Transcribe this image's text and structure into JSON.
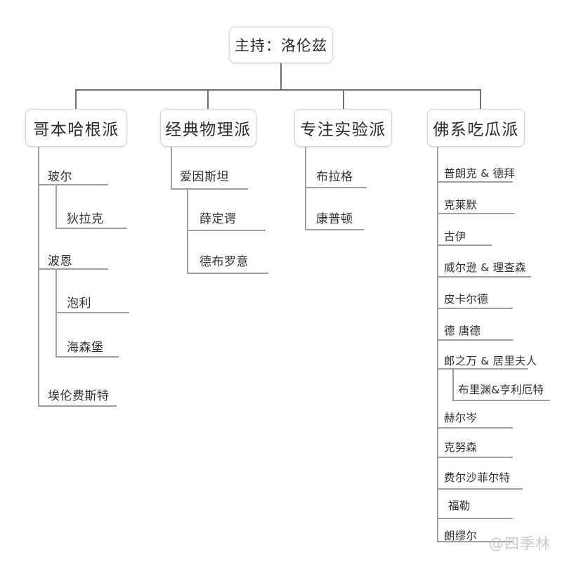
{
  "diagram": {
    "type": "organization-tree",
    "title_text": "主持：洛伦兹",
    "background_color": "#ffffff",
    "line_color": "#6e7277",
    "sub_line_color": "#9aa0a6",
    "box_border_color": "#d3d6da",
    "text_color": "#2f2f2f",
    "root": {
      "label": "主持：洛伦兹"
    },
    "branches": [
      {
        "label": "哥本哈根派",
        "members": [
          {
            "label": "玻尔",
            "depth": 0
          },
          {
            "label": "狄拉克",
            "depth": 1
          },
          {
            "label": "波恩",
            "depth": 0
          },
          {
            "label": "泡利",
            "depth": 1
          },
          {
            "label": "海森堡",
            "depth": 1
          },
          {
            "label": "埃伦费斯特",
            "depth": 0
          }
        ]
      },
      {
        "label": "经典物理派",
        "members": [
          {
            "label": "爱因斯坦",
            "depth": 0
          },
          {
            "label": "薛定谔",
            "depth": 1
          },
          {
            "label": "德布罗意",
            "depth": 1
          }
        ]
      },
      {
        "label": "专注实验派",
        "members": [
          {
            "label": "布拉格",
            "depth": 0
          },
          {
            "label": "康普顿",
            "depth": 0
          }
        ]
      },
      {
        "label": "佛系吃瓜派",
        "members": [
          {
            "label": "普朗克 & 德拜",
            "depth": 0
          },
          {
            "label": "克莱默",
            "depth": 0
          },
          {
            "label": "古伊",
            "depth": 0
          },
          {
            "label": "威尔逊 & 理查森",
            "depth": 0
          },
          {
            "label": "皮卡尔德",
            "depth": 0
          },
          {
            "label": "德 唐德",
            "depth": 0
          },
          {
            "label": "郎之万 & 居里夫人",
            "depth": 0
          },
          {
            "label": "布里渊&亨利厄特",
            "depth": 1
          },
          {
            "label": "赫尔岑",
            "depth": 0
          },
          {
            "label": "克努森",
            "depth": 0
          },
          {
            "label": "费尔沙菲尔特",
            "depth": 0
          },
          {
            "label": "福勒",
            "depth": 0
          },
          {
            "label": "朗缪尔",
            "depth": 0
          }
        ]
      }
    ]
  },
  "watermark": {
    "handle": "@四季林",
    "color": "#c9ccd0"
  }
}
